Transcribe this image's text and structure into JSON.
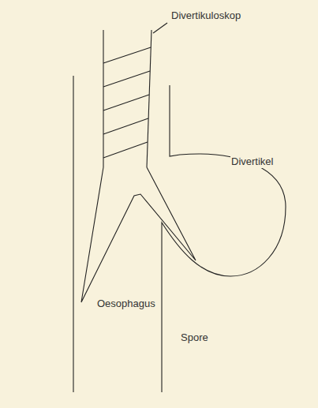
{
  "diagram": {
    "labels": [
      "Divertikuloskop",
      "Divertikel",
      "Oesophagus",
      "Spore"
    ]
  }
}
